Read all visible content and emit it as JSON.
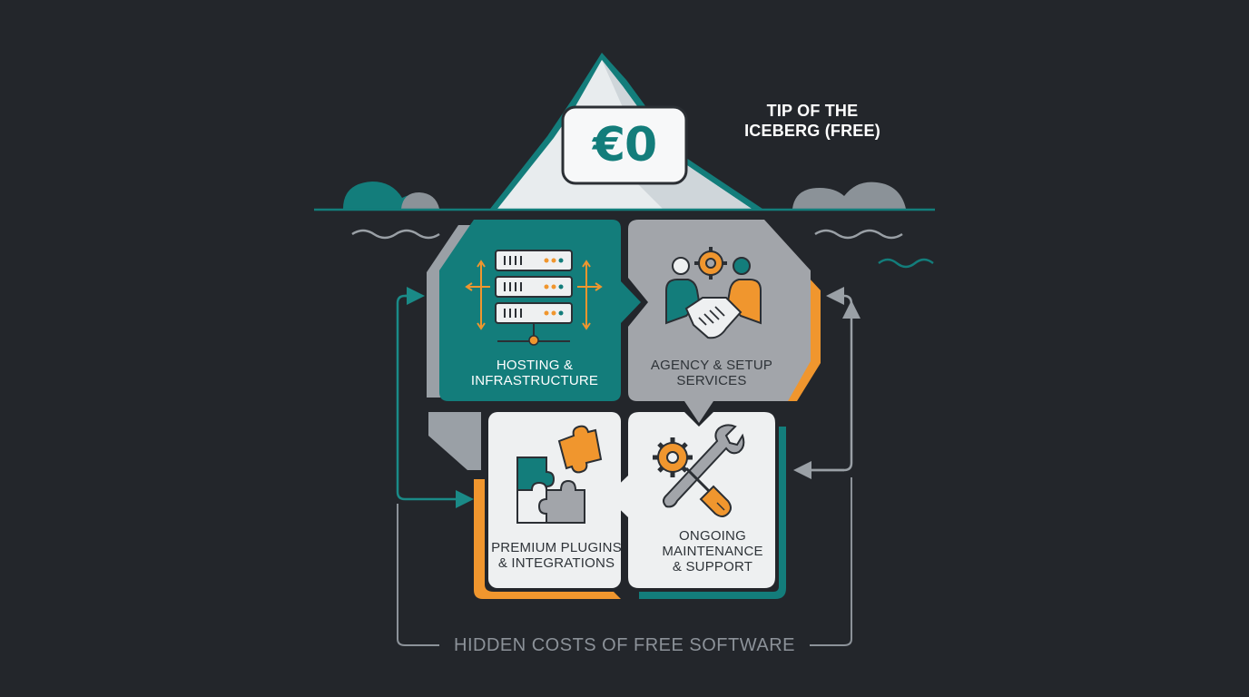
{
  "header": {
    "price": "€0",
    "tip_label": [
      "TIP OF THE",
      "ICEBERG (FREE)"
    ]
  },
  "cards": [
    {
      "id": "hosting",
      "label": [
        "HOSTING &",
        "INFRASTRUCTURE"
      ],
      "icon": "server-rack-icon"
    },
    {
      "id": "agency",
      "label": [
        "AGENCY & SETUP",
        "SERVICES"
      ],
      "icon": "handshake-team-icon"
    },
    {
      "id": "plugins",
      "label": [
        "PREMIUM PLUGINS",
        "& INTEGRATIONS"
      ],
      "icon": "puzzle-pieces-icon"
    },
    {
      "id": "maintenance",
      "label": [
        "ONGOING",
        "MAINTENANCE",
        "& SUPPORT"
      ],
      "icon": "gear-wrench-icon"
    }
  ],
  "footer": {
    "title": "HIDDEN COSTS OF FREE SOFTWARE"
  },
  "colors": {
    "background": "#23262b",
    "teal": "#137d7b",
    "orange": "#f0962e",
    "gray_card": "#a2a5aa",
    "light_card": "#eef0f1",
    "ice": "#e8ecee",
    "text_dark": "#2e3338",
    "text_muted": "#8c9299"
  }
}
